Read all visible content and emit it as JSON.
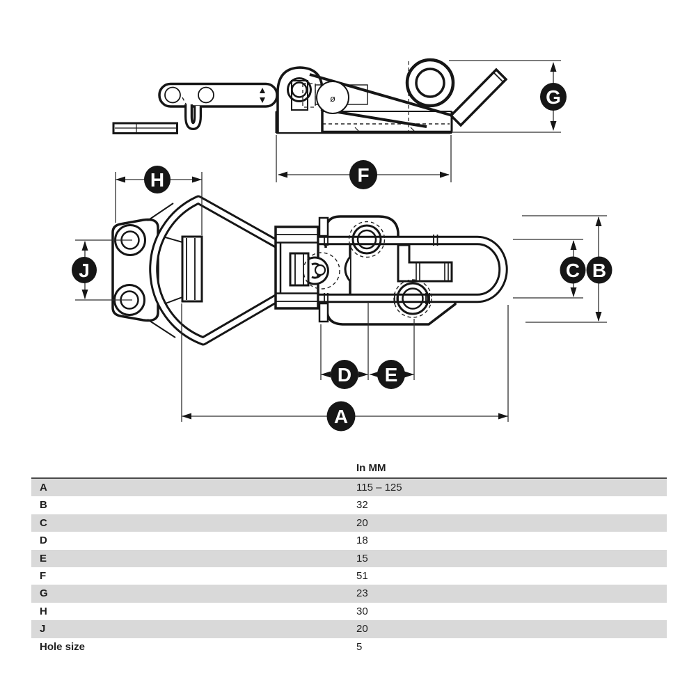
{
  "diagram": {
    "labels": {
      "A": "A",
      "B": "B",
      "C": "C",
      "D": "D",
      "E": "E",
      "F": "F",
      "G": "G",
      "H": "H",
      "J": "J"
    },
    "annotations": {
      "diameter_symbol": "ø"
    }
  },
  "table": {
    "unit_header": "In MM",
    "rows": [
      {
        "label": "A",
        "value": "115 – 125"
      },
      {
        "label": "B",
        "value": "32"
      },
      {
        "label": "C",
        "value": "20"
      },
      {
        "label": "D",
        "value": "18"
      },
      {
        "label": "E",
        "value": "15"
      },
      {
        "label": "F",
        "value": "51"
      },
      {
        "label": "G",
        "value": "23"
      },
      {
        "label": "H",
        "value": "30"
      },
      {
        "label": "J",
        "value": "20"
      },
      {
        "label": "Hole size",
        "value": "5"
      }
    ]
  }
}
